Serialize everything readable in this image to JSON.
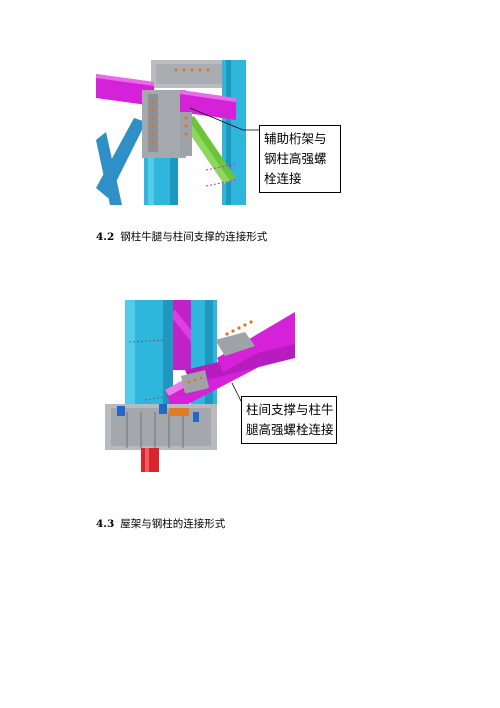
{
  "figure1": {
    "callout": {
      "line1": "辅助桁架与",
      "line2": "钢柱高强螺",
      "line3": "栓连接"
    }
  },
  "section_4_2": {
    "number": "4.2",
    "title": "钢柱牛腿与柱间支撑的连接形式"
  },
  "figure2": {
    "callout": {
      "line1": "柱间支撑与柱牛",
      "line2": "腿高强螺栓连接"
    }
  },
  "section_4_3": {
    "number": "4.3",
    "title": "屋架与钢柱的连接形式"
  },
  "colors": {
    "cyan_steel": "#2fb6dc",
    "magenta_beam": "#d522d8",
    "green_brace": "#6cc43a",
    "gray_plate": "#9fa3a8",
    "red_base": "#d8242c"
  }
}
